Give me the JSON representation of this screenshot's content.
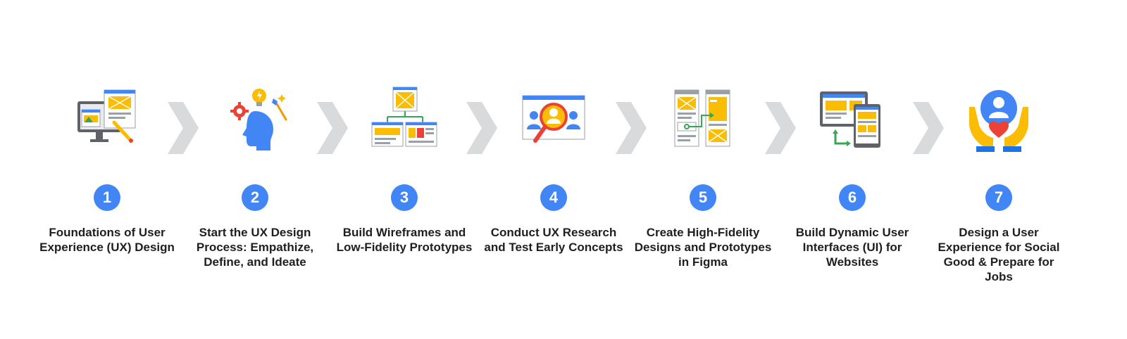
{
  "colors": {
    "badge": "#4285F4",
    "chevron": "#D8DADC",
    "label_text": "#1F1F1F",
    "yellow": "#FBBC04",
    "blue": "#4285F4",
    "red": "#EA4335",
    "green": "#34A853",
    "gray": "#9AA0A6"
  },
  "steps": [
    {
      "number": "1",
      "label": "Foundations of User Experience (UX) Design",
      "icon": "computer-design-icon"
    },
    {
      "number": "2",
      "label": "Start the UX Design Process: Empathize, Define, and Ideate",
      "icon": "head-ideas-icon"
    },
    {
      "number": "3",
      "label": "Build Wireframes and Low-Fidelity Prototypes",
      "icon": "wireframe-sitemap-icon"
    },
    {
      "number": "4",
      "label": "Conduct UX Research and Test Early Concepts",
      "icon": "user-research-magnifier-icon"
    },
    {
      "number": "5",
      "label": "Create High-Fidelity Designs and Prototypes in Figma",
      "icon": "figma-prototype-icon"
    },
    {
      "number": "6",
      "label": "Build Dynamic User Interfaces (UI) for Websites",
      "icon": "responsive-devices-icon"
    },
    {
      "number": "7",
      "label": "Design a User Experience for Social Good & Prepare for Jobs",
      "icon": "hands-user-heart-icon"
    }
  ]
}
